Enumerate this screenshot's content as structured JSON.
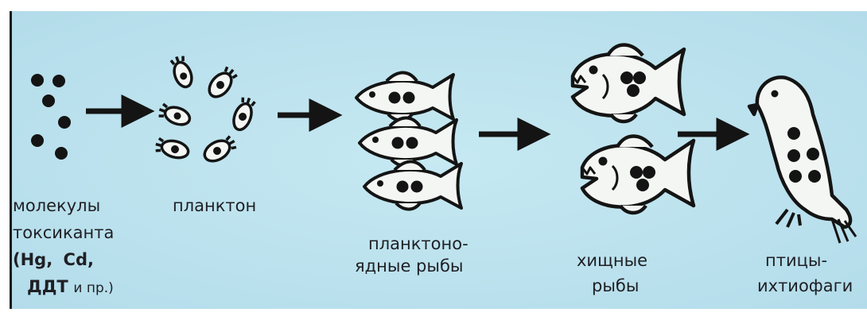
{
  "stages": [
    {
      "id": "molecules",
      "label_lines": [
        "молекулы",
        "токсиканта"
      ],
      "extra": {
        "l3a": "(Hg,",
        "l3b": "Cd,",
        "l4a": "ДДТ",
        "l4b": "и пр.)"
      }
    },
    {
      "id": "plankton",
      "label_lines": [
        "планктон"
      ]
    },
    {
      "id": "plankton-eating-fish",
      "label_lines": [
        "планктоно-",
        "ядные рыбы"
      ]
    },
    {
      "id": "predatory-fish",
      "label_lines": [
        "хищные",
        "рыбы"
      ]
    },
    {
      "id": "fish-eating-birds",
      "label_lines": [
        "птицы-",
        "ихтиофаги"
      ]
    }
  ],
  "colors": {
    "background": "#bfe4ef",
    "ink": "#141414",
    "body_fill": "#f4f6f4"
  }
}
